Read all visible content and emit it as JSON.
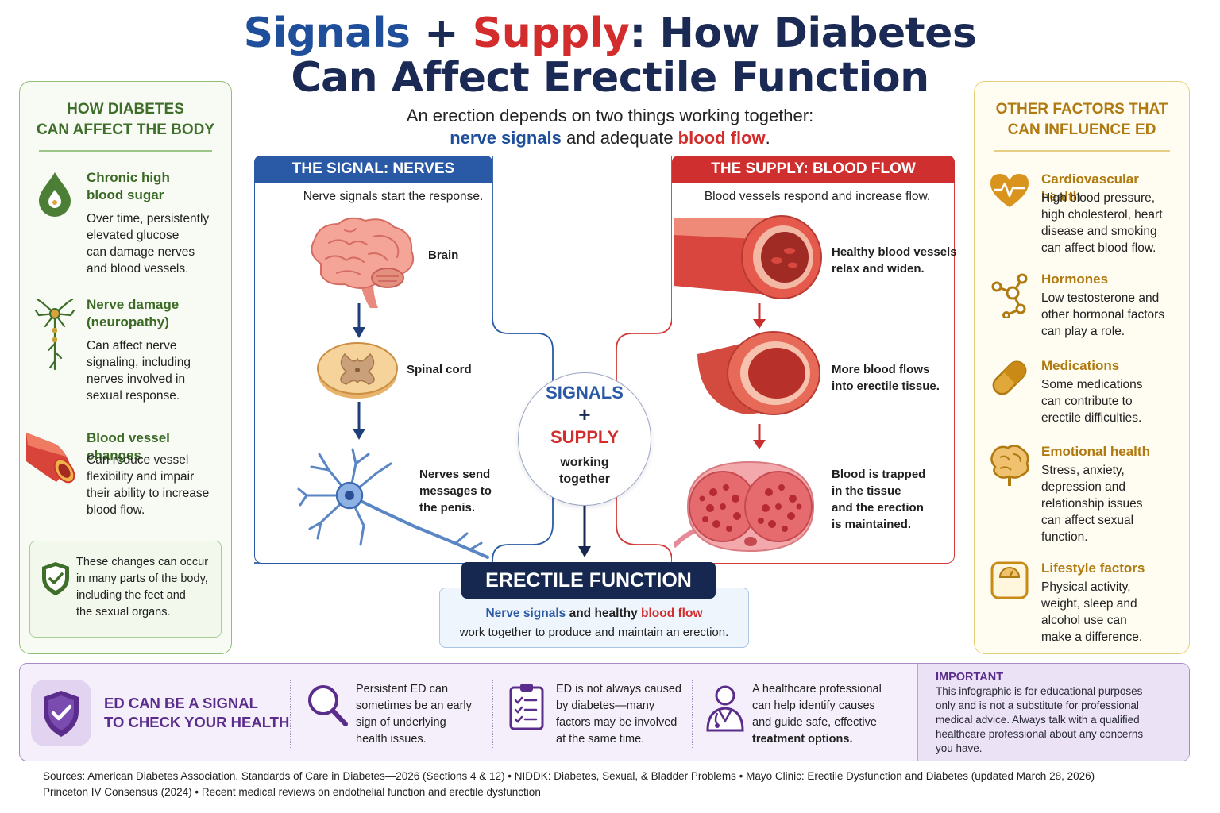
{
  "title": {
    "part1": "Signals",
    "plus": " + ",
    "part2": "Supply",
    "part3": ": How Diabetes",
    "line2": "Can Affect Erectile Function"
  },
  "subtitle": {
    "line1": "An erection depends on two things working together:",
    "nerve": "nerve signals",
    "mid": " and adequate ",
    "blood": "blood flow",
    "end": "."
  },
  "left_panel": {
    "title_line1": "HOW DIABETES",
    "title_line2": "CAN AFFECT THE BODY",
    "items": [
      {
        "icon": "blood-drop-icon",
        "heading_line1": "Chronic high",
        "heading_line2": "blood sugar",
        "body": [
          "Over time, persistently",
          "elevated glucose",
          "can damage nerves",
          "and blood vessels."
        ]
      },
      {
        "icon": "neuron-icon",
        "heading_line1": "Nerve damage",
        "heading_line2": "(neuropathy)",
        "body": [
          "Can affect nerve",
          "signaling, including",
          "nerves involved in",
          "sexual response."
        ]
      },
      {
        "icon": "blood-vessel-icon",
        "heading_line1": "Blood vessel changes",
        "heading_line2": "",
        "body": [
          "Can reduce vessel",
          "flexibility and impair",
          "their ability to increase",
          "blood flow."
        ]
      }
    ],
    "note": [
      "These changes can occur",
      "in many parts of the body,",
      "including the feet and",
      "the sexual organs."
    ]
  },
  "nerve_box": {
    "tab": "THE SIGNAL: NERVES",
    "sub": "Nerve signals start the response.",
    "brain": "Brain",
    "spinal": "Spinal cord",
    "nerves": [
      "Nerves send",
      "messages to",
      "the penis."
    ]
  },
  "blood_box": {
    "tab": "THE SUPPLY: BLOOD FLOW",
    "sub": "Blood vessels respond and increase flow.",
    "step1": [
      "Healthy blood vessels",
      "relax and widen."
    ],
    "step2": [
      "More blood flows",
      "into erectile tissue."
    ],
    "step3": [
      "Blood is trapped",
      "in the tissue",
      "and the erection",
      "is maintained."
    ]
  },
  "center": {
    "signals": "SIGNALS",
    "plus": "+",
    "supply": "SUPPLY",
    "working1": "working",
    "working2": "together"
  },
  "erectile": {
    "title": "ERECTILE FUNCTION",
    "nerve": "Nerve signals",
    "mid": " and healthy ",
    "blood": "blood flow",
    "line2": "work together to produce and maintain an erection."
  },
  "right_panel": {
    "title_line1": "OTHER FACTORS THAT",
    "title_line2": "CAN INFLUENCE ED",
    "items": [
      {
        "icon": "heart-icon",
        "heading": "Cardiovascular health",
        "body": [
          "High blood pressure,",
          "high cholesterol, heart",
          "disease and smoking",
          "can affect blood flow."
        ]
      },
      {
        "icon": "molecule-icon",
        "heading": "Hormones",
        "body": [
          "Low testosterone and",
          "other hormonal factors",
          "can play a role."
        ]
      },
      {
        "icon": "pill-icon",
        "heading": "Medications",
        "body": [
          "Some medications",
          "can contribute to",
          "erectile difficulties."
        ]
      },
      {
        "icon": "brain-icon",
        "heading": "Emotional health",
        "body": [
          "Stress, anxiety,",
          "depression and",
          "relationship issues",
          "can affect sexual",
          "function."
        ]
      },
      {
        "icon": "scale-icon",
        "heading": "Lifestyle factors",
        "body": [
          "Physical activity,",
          "weight, sleep and",
          "alcohol use can",
          "make a difference."
        ]
      }
    ]
  },
  "bottom": {
    "signal_line1": "ED CAN BE A SIGNAL",
    "signal_line2": "TO CHECK YOUR HEALTH",
    "col1": [
      "Persistent ED can",
      "sometimes be an early",
      "sign of underlying",
      "health issues."
    ],
    "col2": [
      "ED is not always caused",
      "by diabetes—many",
      "factors may be involved",
      "at the same time."
    ],
    "col3": [
      "A healthcare professional",
      "can help identify causes",
      "and guide safe, effective",
      "treatment options."
    ],
    "important_heading": "IMPORTANT",
    "important_text": [
      "This infographic is for educational purposes",
      "only and is not a substitute for professional",
      "medical advice. Always talk with a qualified",
      "healthcare professional about any concerns",
      "you have."
    ]
  },
  "sources": {
    "line1": "Sources: American Diabetes Association. Standards of Care in Diabetes—2026 (Sections 4 & 12)  •  NIDDK: Diabetes, Sexual, & Bladder Problems  •  Mayo Clinic: Erectile Dysfunction and Diabetes (updated March 28, 2026)",
    "line2": "Princeton IV Consensus (2024)  •  Recent medical reviews on endothelial function and erectile dysfunction"
  },
  "colors": {
    "blue": "#2a5aa5",
    "red": "#d32c2c",
    "navy": "#16284f",
    "green": "#3f6e2a",
    "gold": "#b07a10",
    "purple": "#5a2d8c"
  }
}
